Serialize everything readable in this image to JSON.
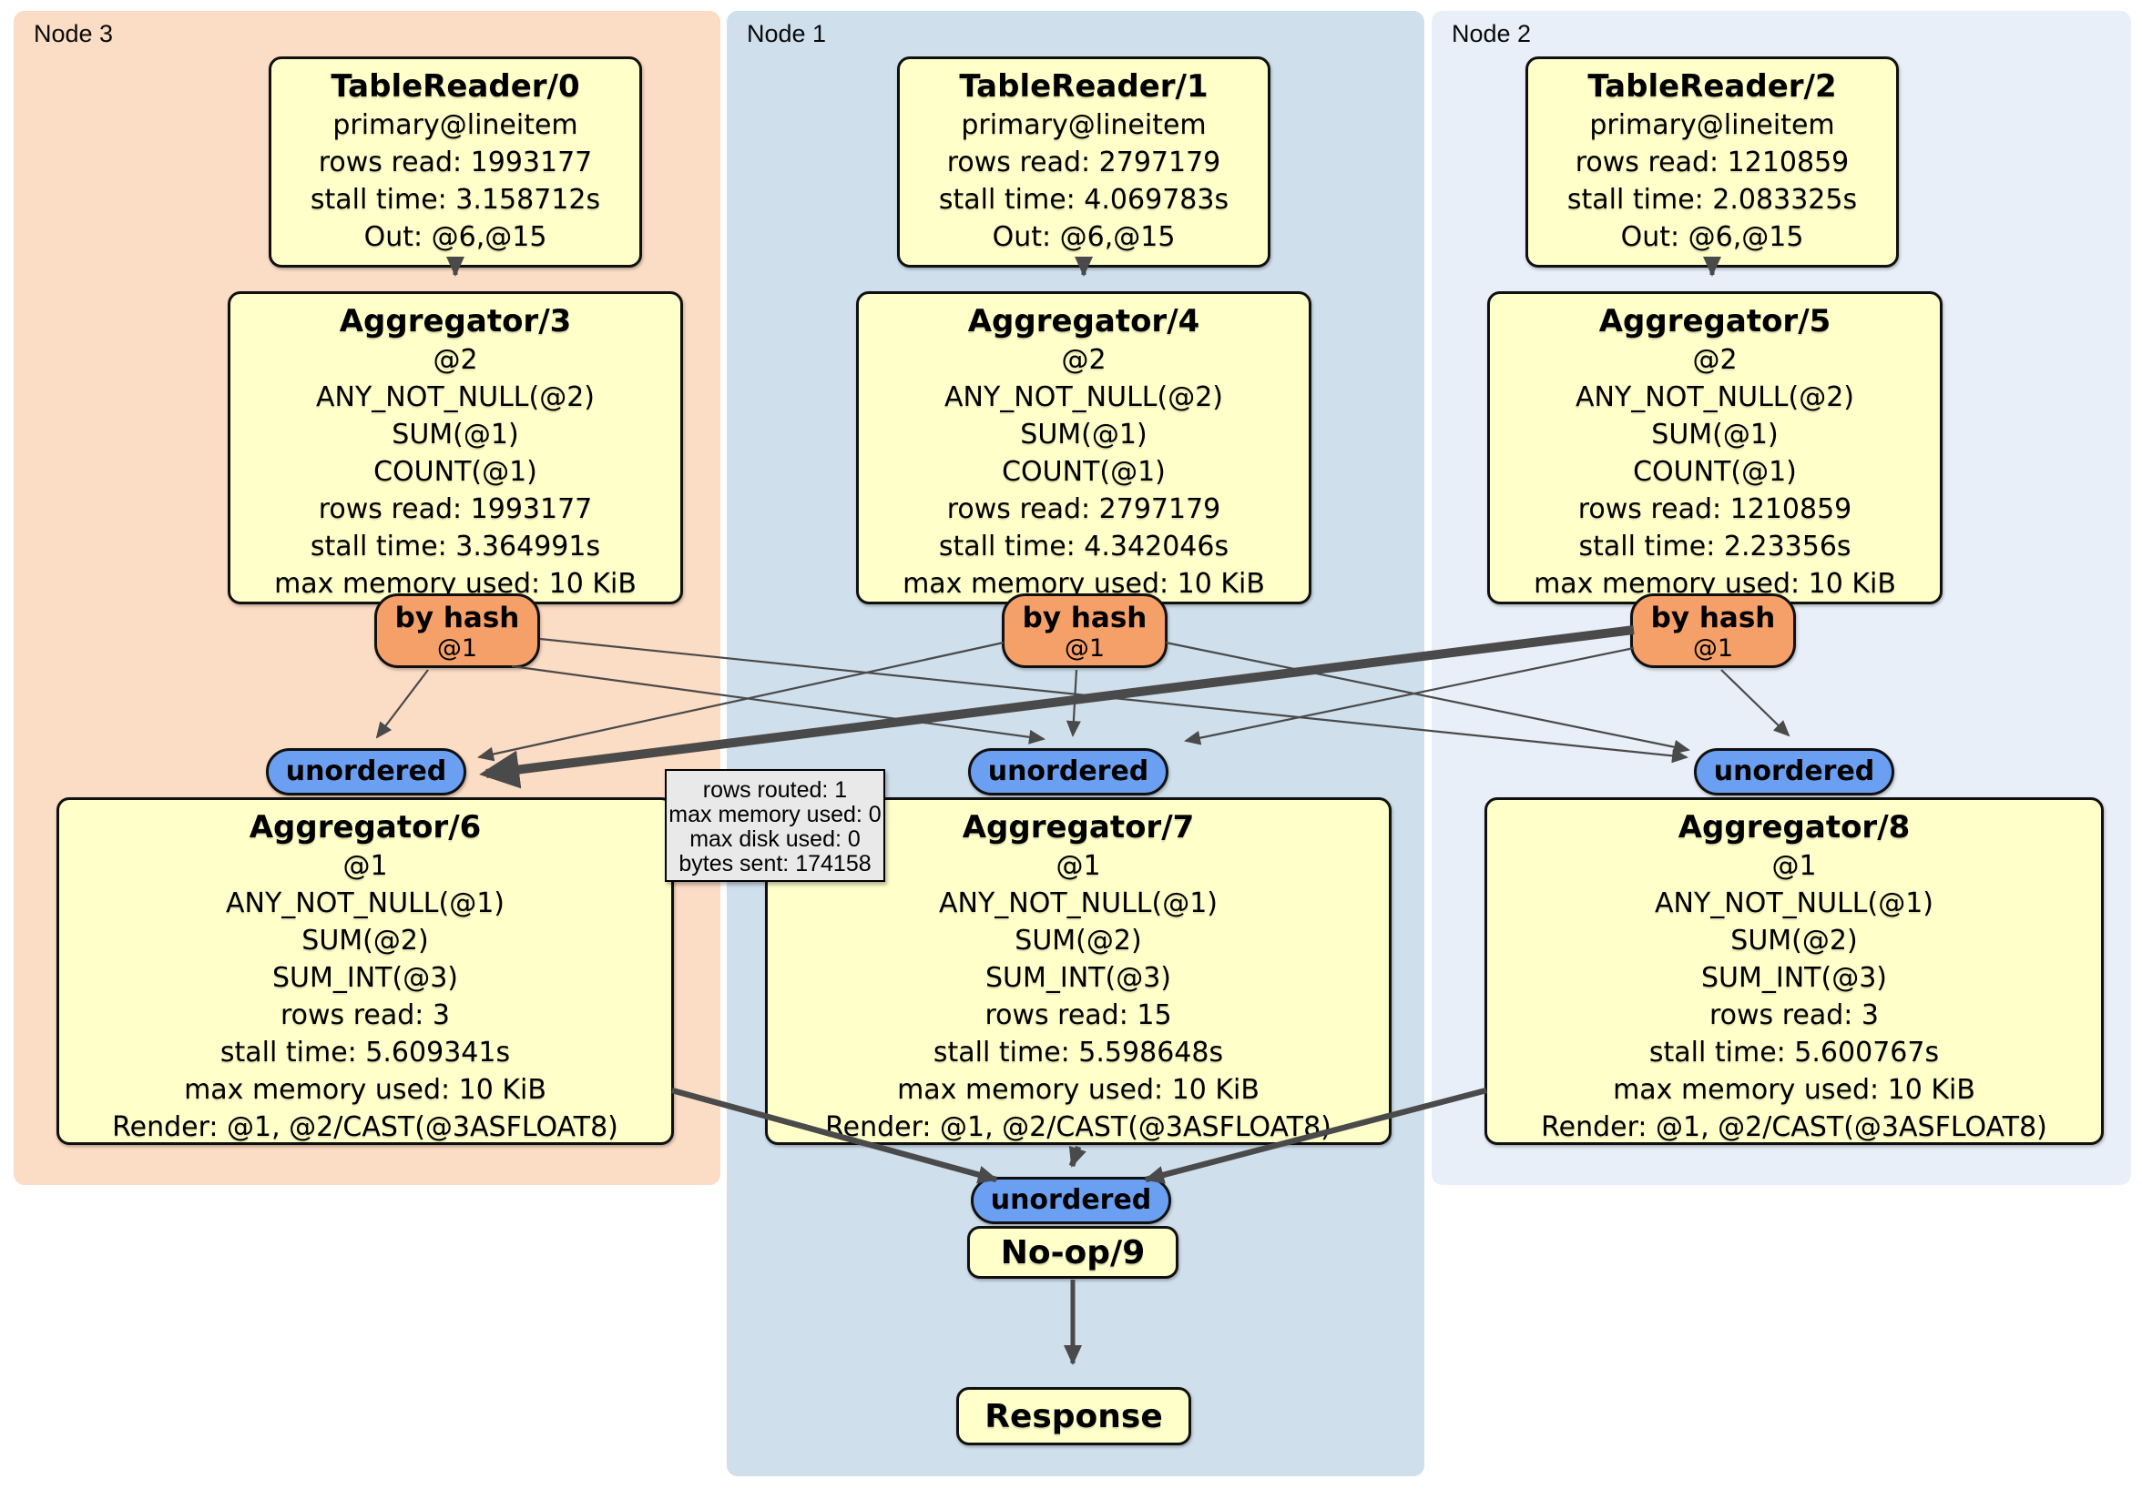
{
  "colors": {
    "panel-node3": "#fbdcc5",
    "panel-node1": "#cfdfec",
    "panel-node2": "#e9eff8",
    "box-fill": "#ffffca",
    "router-fill": "#f6a069",
    "stream-fill": "#6b9ff2",
    "tooltip-fill": "#e9e9e9",
    "edge": "#4a4a4a"
  },
  "panels": [
    {
      "label": "Node 3",
      "table_reader": {
        "title": "TableReader/0",
        "lines": [
          "primary@lineitem",
          "rows read: 1993177",
          "stall time: 3.158712s",
          "Out: @6,@15"
        ]
      },
      "aggregator_top": {
        "title": "Aggregator/3",
        "lines": [
          "@2",
          "ANY_NOT_NULL(@2)",
          "SUM(@1)",
          "COUNT(@1)",
          "rows read: 1993177",
          "stall time: 3.364991s",
          "max memory used: 10 KiB"
        ]
      },
      "router": {
        "label": "by hash",
        "detail": "@1"
      },
      "stream": {
        "label": "unordered"
      },
      "aggregator_bottom": {
        "title": "Aggregator/6",
        "lines": [
          "@1",
          "ANY_NOT_NULL(@1)",
          "SUM(@2)",
          "SUM_INT(@3)",
          "rows read: 3",
          "stall time: 5.609341s",
          "max memory used: 10 KiB",
          "Render: @1, @2/CAST(@3ASFLOAT8)"
        ]
      }
    },
    {
      "label": "Node 1",
      "table_reader": {
        "title": "TableReader/1",
        "lines": [
          "primary@lineitem",
          "rows read: 2797179",
          "stall time: 4.069783s",
          "Out: @6,@15"
        ]
      },
      "aggregator_top": {
        "title": "Aggregator/4",
        "lines": [
          "@2",
          "ANY_NOT_NULL(@2)",
          "SUM(@1)",
          "COUNT(@1)",
          "rows read: 2797179",
          "stall time: 4.342046s",
          "max memory used: 10 KiB"
        ]
      },
      "router": {
        "label": "by hash",
        "detail": "@1"
      },
      "stream": {
        "label": "unordered"
      },
      "aggregator_bottom": {
        "title": "Aggregator/7",
        "lines": [
          "@1",
          "ANY_NOT_NULL(@1)",
          "SUM(@2)",
          "SUM_INT(@3)",
          "rows read: 15",
          "stall time: 5.598648s",
          "max memory used: 10 KiB",
          "Render: @1, @2/CAST(@3ASFLOAT8)"
        ]
      }
    },
    {
      "label": "Node 2",
      "table_reader": {
        "title": "TableReader/2",
        "lines": [
          "primary@lineitem",
          "rows read: 1210859",
          "stall time: 2.083325s",
          "Out: @6,@15"
        ]
      },
      "aggregator_top": {
        "title": "Aggregator/5",
        "lines": [
          "@2",
          "ANY_NOT_NULL(@2)",
          "SUM(@1)",
          "COUNT(@1)",
          "rows read: 1210859",
          "stall time: 2.23356s",
          "max memory used: 10 KiB"
        ]
      },
      "router": {
        "label": "by hash",
        "detail": "@1"
      },
      "stream": {
        "label": "unordered"
      },
      "aggregator_bottom": {
        "title": "Aggregator/8",
        "lines": [
          "@1",
          "ANY_NOT_NULL(@1)",
          "SUM(@2)",
          "SUM_INT(@3)",
          "rows read: 3",
          "stall time: 5.600767s",
          "max memory used: 10 KiB",
          "Render: @1, @2/CAST(@3ASFLOAT8)"
        ]
      }
    }
  ],
  "sink": {
    "stream_label": "unordered",
    "noop_title": "No-op/9",
    "response_title": "Response"
  },
  "tooltip": {
    "lines": [
      "rows routed: 1",
      "max memory used: 0",
      "max disk used: 0",
      "bytes sent: 174158"
    ]
  }
}
